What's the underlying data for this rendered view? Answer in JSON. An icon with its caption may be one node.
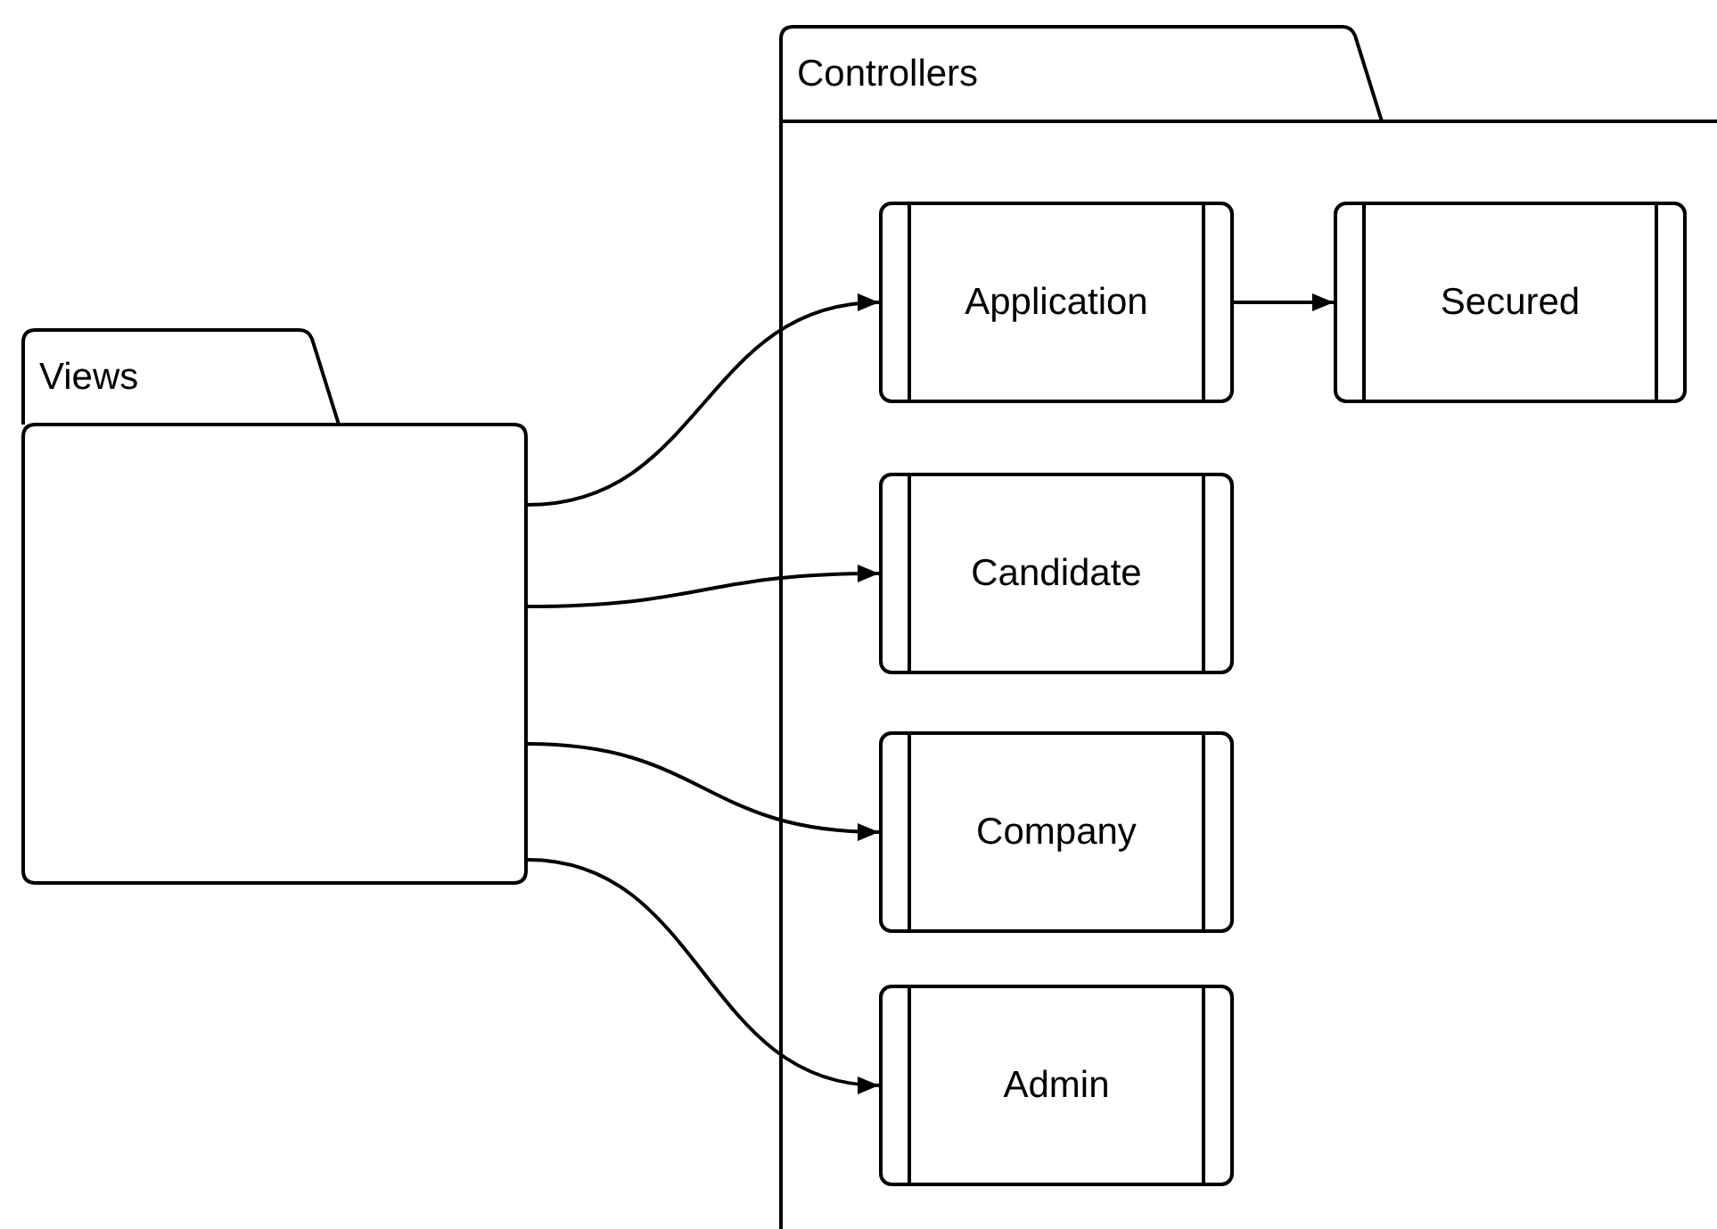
{
  "diagram": {
    "nodes": [
      {
        "text": [
          "Views"
        ]
      },
      {
        "text": [
          "Controllers"
        ]
      },
      {
        "text": [
          "Application"
        ],
        "in": 1
      },
      {
        "text": [
          "Secured"
        ],
        "in": 1
      },
      {
        "text": [
          "Candidate"
        ],
        "in": 1
      },
      {
        "text": [
          "Company"
        ],
        "in": 1
      },
      {
        "text": [
          "Admin"
        ],
        "in": 1
      }
    ],
    "edges": [
      {
        "from": 0,
        "to": 2,
        "arrow": "to"
      },
      {
        "from": 0,
        "to": 4,
        "arrow": "to"
      },
      {
        "from": 0,
        "to": 5,
        "arrow": "to"
      },
      {
        "from": 0,
        "to": 6,
        "arrow": "to"
      },
      {
        "from": 2,
        "to": 3,
        "arrow": "to"
      }
    ]
  }
}
